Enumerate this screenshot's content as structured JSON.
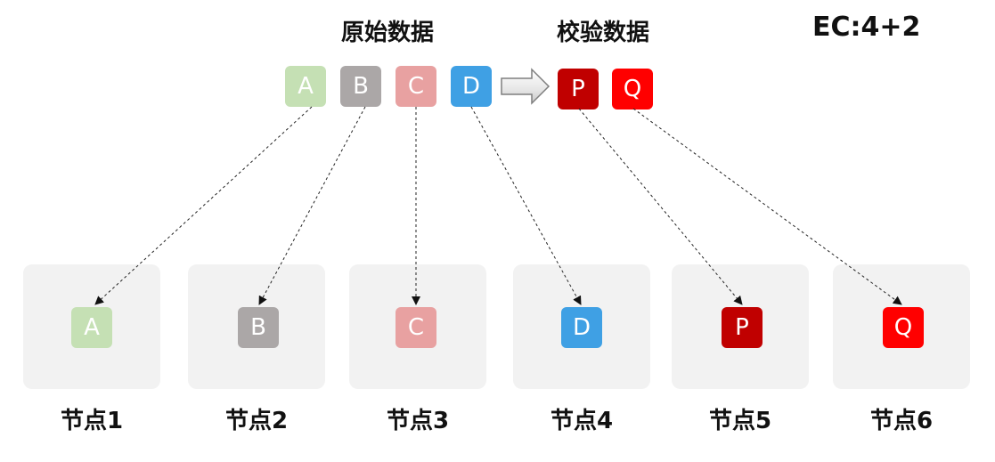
{
  "headings": {
    "original": "原始数据",
    "parity": "校验数据",
    "ec": "EC:4+2"
  },
  "data_blocks": [
    {
      "label": "A",
      "color": "#c5e0b4"
    },
    {
      "label": "B",
      "color": "#aba7a7"
    },
    {
      "label": "C",
      "color": "#e8a1a1"
    },
    {
      "label": "D",
      "color": "#3fa0e4"
    }
  ],
  "parity_blocks": [
    {
      "label": "P",
      "color": "#c00000"
    },
    {
      "label": "Q",
      "color": "#ff0000"
    }
  ],
  "nodes": [
    {
      "label": "节点1",
      "block": "A",
      "color": "#c5e0b4"
    },
    {
      "label": "节点2",
      "block": "B",
      "color": "#aba7a7"
    },
    {
      "label": "节点3",
      "block": "C",
      "color": "#e8a1a1"
    },
    {
      "label": "节点4",
      "block": "D",
      "color": "#3fa0e4"
    },
    {
      "label": "节点5",
      "block": "P",
      "color": "#c00000"
    },
    {
      "label": "节点6",
      "block": "Q",
      "color": "#ff0000"
    }
  ]
}
